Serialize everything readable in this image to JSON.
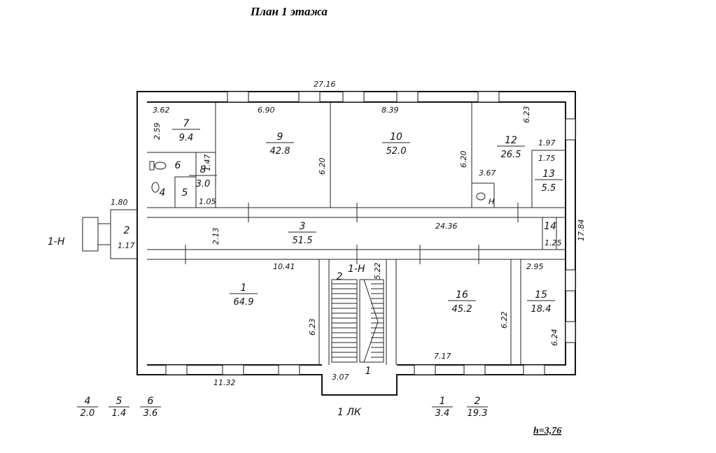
{
  "title": "План   1  этажа",
  "height_note": "h=3,76",
  "dimensions": {
    "top_total": "27.16",
    "right_total": "17.84",
    "left_entry": "1.80",
    "bottom_left": "11.32",
    "corridor": "24.36"
  },
  "rooms": [
    {
      "id": "r1",
      "num": "1",
      "area": "64.9"
    },
    {
      "id": "r2",
      "num": "2",
      "area": ""
    },
    {
      "id": "r3",
      "num": "3",
      "area": "51.5"
    },
    {
      "id": "r4",
      "num": "4",
      "area": ""
    },
    {
      "id": "r5",
      "num": "5",
      "area": ""
    },
    {
      "id": "r6",
      "num": "6",
      "area": ""
    },
    {
      "id": "r7",
      "num": "7",
      "area": "9.4"
    },
    {
      "id": "r8",
      "num": "8",
      "area": "3.0"
    },
    {
      "id": "r9",
      "num": "9",
      "area": "42.8"
    },
    {
      "id": "r10",
      "num": "10",
      "area": "52.0"
    },
    {
      "id": "r12",
      "num": "12",
      "area": "26.5"
    },
    {
      "id": "r13",
      "num": "13",
      "area": "5.5"
    },
    {
      "id": "r14",
      "num": "14",
      "area": ""
    },
    {
      "id": "r15",
      "num": "15",
      "area": "18.4"
    },
    {
      "id": "r16",
      "num": "16",
      "area": "45.2"
    },
    {
      "id": "rs",
      "num": "2",
      "area": ""
    },
    {
      "id": "rs1",
      "num": "1",
      "area": ""
    }
  ],
  "labels": {
    "l362": "3.62",
    "l259": "2.59",
    "l147": "1.47",
    "l105": "1.05",
    "l690": "6.90",
    "l839": "8.39",
    "l620a": "6.20",
    "l620b": "6.20",
    "l623": "6.23",
    "l197": "1.97",
    "l175": "1.75",
    "l367": "3.67",
    "l213": "2.13",
    "l117": "1.17",
    "l125": "1.25",
    "l1041": "10.41",
    "l623b": "6.23",
    "l522": "5.22",
    "l307": "3.07",
    "l717": "7.17",
    "l622": "6.22",
    "l295": "2.95",
    "l624": "6.24",
    "entry_left": "1-Н",
    "entry_stair": "1-Н",
    "exit_bottom": "1 ЛК",
    "toilet_h": "Н"
  },
  "summary_left": [
    {
      "num": "4",
      "area": "2.0"
    },
    {
      "num": "5",
      "area": "1.4"
    },
    {
      "num": "6",
      "area": "3.6"
    }
  ],
  "summary_right": [
    {
      "num": "1",
      "area": "3.4"
    },
    {
      "num": "2",
      "area": "19.3"
    }
  ]
}
